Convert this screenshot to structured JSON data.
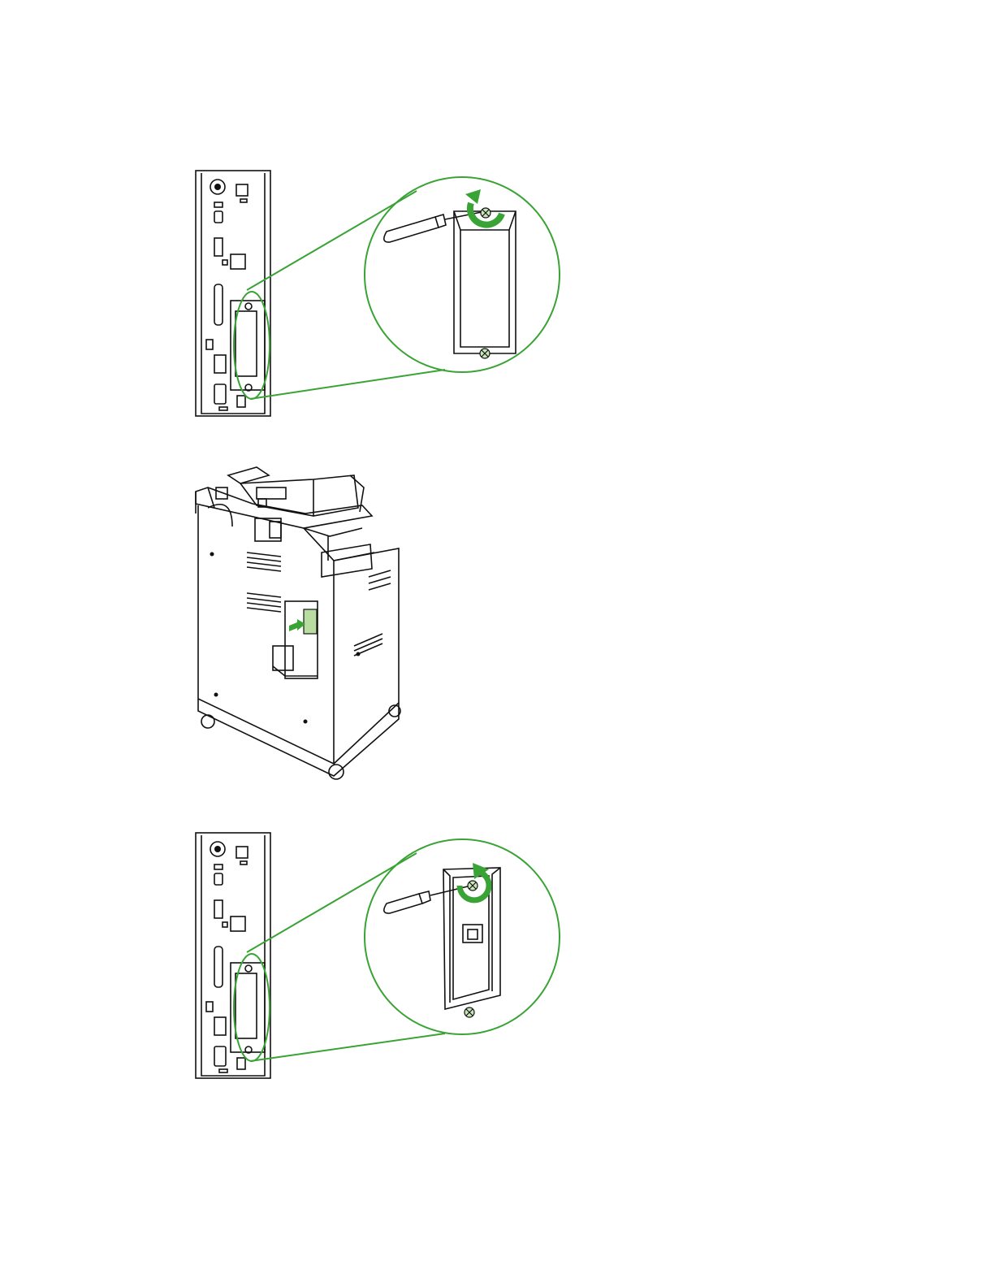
{
  "colors": {
    "accent_green": "#3aa335",
    "line": "#111111",
    "card_fill": "#b9dca0"
  },
  "figures": [
    {
      "name": "remove-cover-screw",
      "icon": "screwdriver-counterclockwise-icon"
    },
    {
      "name": "insert-eio-card",
      "icon": "push-arrow-icon"
    },
    {
      "name": "tighten-card-screw",
      "icon": "screwdriver-clockwise-icon"
    }
  ]
}
